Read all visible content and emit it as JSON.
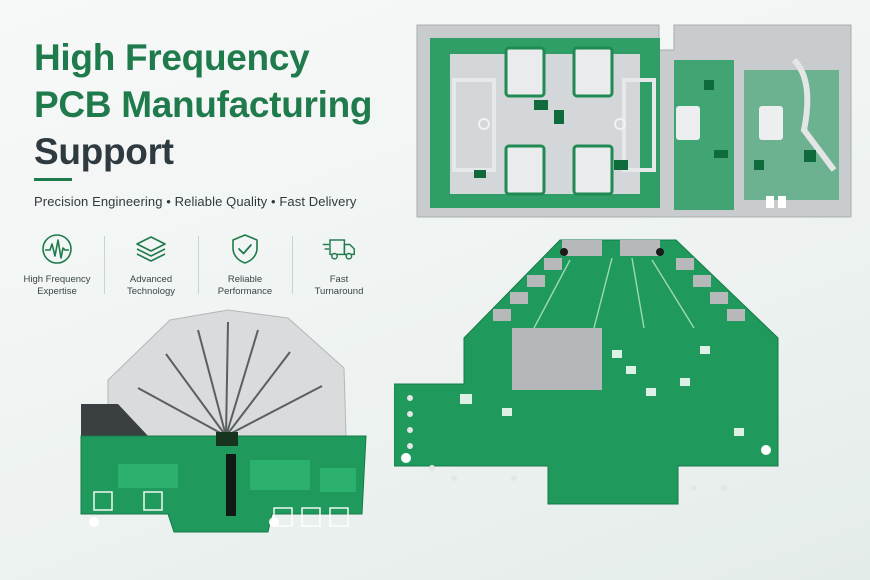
{
  "headline": {
    "line1": "High Frequency",
    "line2": "PCB Manufacturing",
    "line3": "Support"
  },
  "tagline": "Precision Engineering • Reliable Quality • Fast Delivery",
  "features": [
    {
      "icon": "waveform-icon",
      "line1": "High Frequency",
      "line2": "Expertise"
    },
    {
      "icon": "layers-icon",
      "line1": "Advanced",
      "line2": "Technology"
    },
    {
      "icon": "shield-check-icon",
      "line1": "Reliable",
      "line2": "Performance"
    },
    {
      "icon": "truck-icon",
      "line1": "Fast",
      "line2": "Turnaround"
    }
  ],
  "colors": {
    "brand_green": "#1f7a4c",
    "heading_dark": "#2e3a3f",
    "pcb_green": "#1f9a5c",
    "pcb_silver": "#c9ccce"
  },
  "images": [
    "pcb-board-top-right",
    "pcb-board-bottom-left",
    "pcb-board-bottom-right"
  ]
}
